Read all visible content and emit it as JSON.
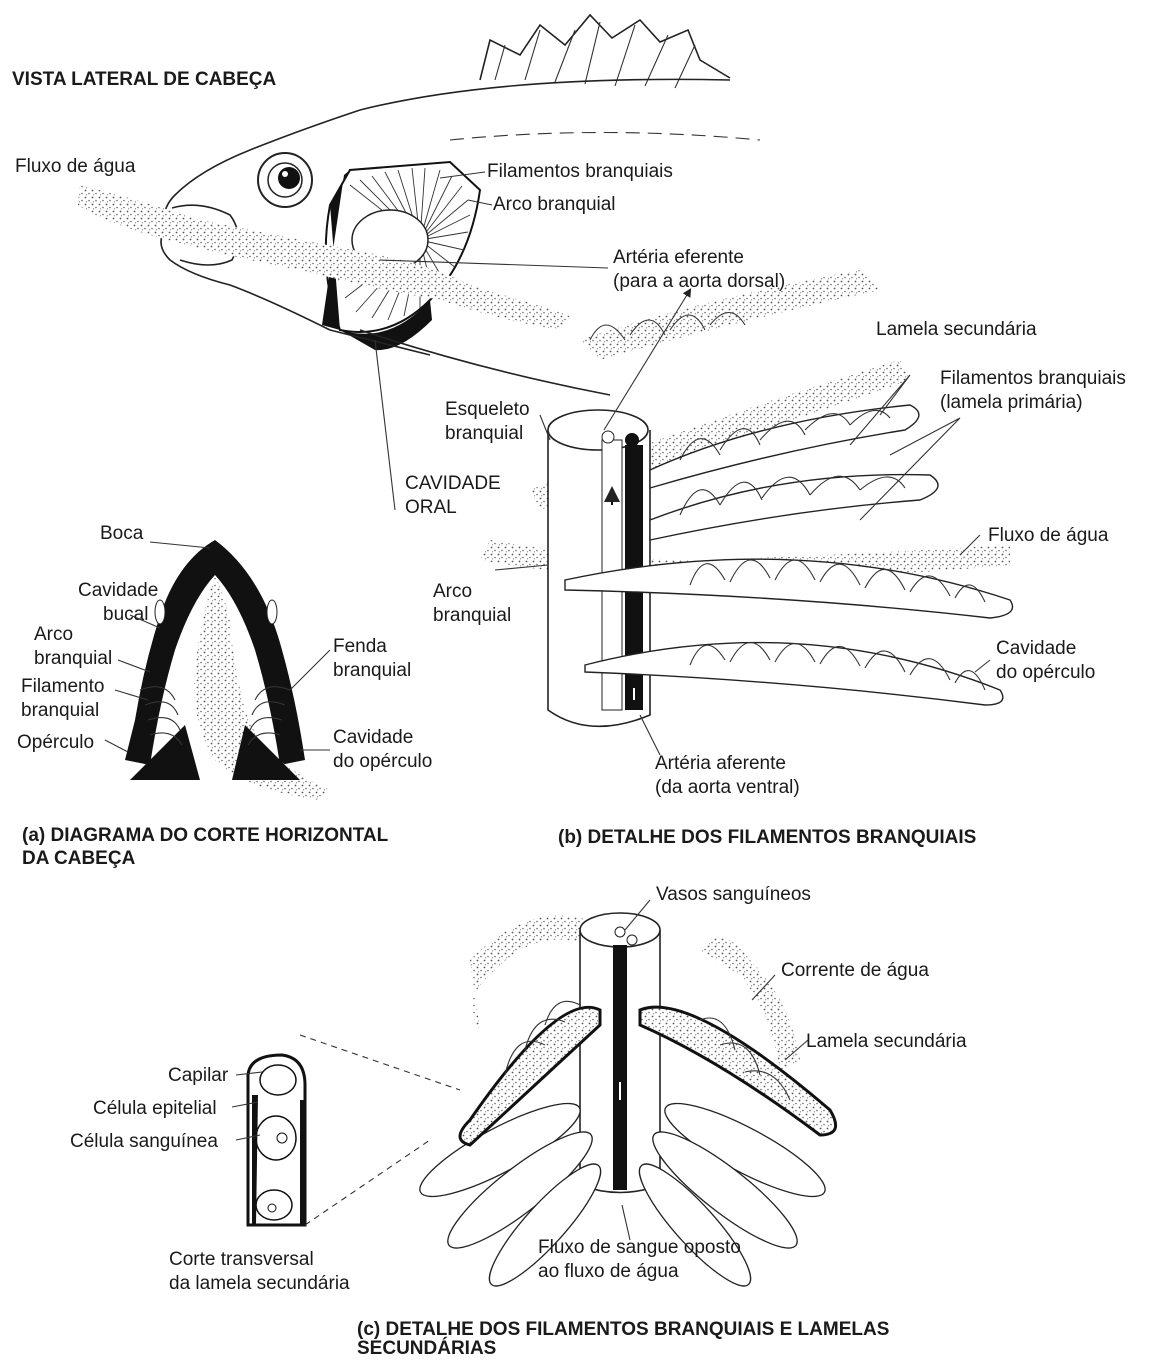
{
  "titles": {
    "lateral": "VISTA LATERAL DE CABEÇA",
    "a_line1": "(a) DIAGRAMA DO CORTE HORIZONTAL",
    "a_line2": "DA CABEÇA",
    "b": "(b) DETALHE DOS FILAMENTOS BRANQUIAIS",
    "c_line1": "(c) DETALHE DOS FILAMENTOS BRANQUIAIS E LAMELAS",
    "c_line2": "SECUNDÁRIAS"
  },
  "head_labels": {
    "water_flow": "Fluxo de água",
    "gill_filaments": "Filamentos branquiais",
    "gill_arch": "Arco branquial",
    "oral_cavity_1": "CAVIDADE",
    "oral_cavity_2": "ORAL"
  },
  "section_a_labels": {
    "mouth": "Boca",
    "buccal_1": "Cavidade",
    "buccal_2": "bucal",
    "arch_1": "Arco",
    "arch_2": "branquial",
    "filament_1": "Filamento",
    "filament_2": "branquial",
    "operculum": "Opérculo",
    "slit_1": "Fenda",
    "slit_2": "branquial",
    "opercular_1": "Cavidade",
    "opercular_2": "do opérculo"
  },
  "section_b_labels": {
    "efferent_1": "Artéria eferente",
    "efferent_2": "(para a aorta dorsal)",
    "secondary_lamella": "Lamela secundária",
    "filaments_1": "Filamentos branquiais",
    "filaments_2": "(lamela primária)",
    "skeleton_1": "Esqueleto",
    "skeleton_2": "branquial",
    "water_flow": "Fluxo de água",
    "arch_1": "Arco",
    "arch_2": "branquial",
    "opercular_1": "Cavidade",
    "opercular_2": "do opérculo",
    "afferent_1": "Artéria aferente",
    "afferent_2": "(da aorta ventral)"
  },
  "section_c_labels": {
    "vessels": "Vasos sanguíneos",
    "water_current": "Corrente de água",
    "secondary_lamella": "Lamela secundária",
    "capillary": "Capilar",
    "epithelial": "Célula epitelial",
    "blood_cell": "Célula sanguínea",
    "cross_1": "Corte transversal",
    "cross_2": "da lamela secundária",
    "counterflow_1": "Fluxo de sangue oposto",
    "counterflow_2": "ao fluxo de água"
  }
}
